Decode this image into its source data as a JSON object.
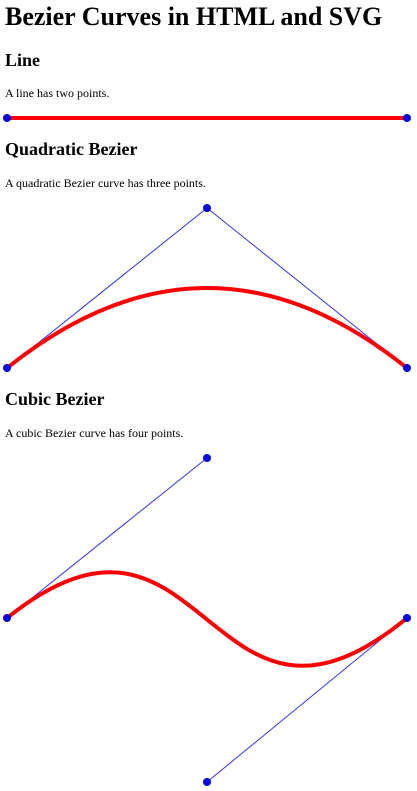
{
  "page": {
    "title": "Bezier Curves in HTML and SVG"
  },
  "colors": {
    "curve": "#ff0000",
    "control_line": "#3333ff",
    "point": "#0000dd"
  },
  "sections": {
    "line": {
      "heading": "Line",
      "text": "A line has two points."
    },
    "quadratic": {
      "heading": "Quadratic Bezier",
      "text": "A quadratic Bezier curve has three points."
    },
    "cubic": {
      "heading": "Cubic Bezier",
      "text": "A cubic Bezier curve has four points."
    }
  }
}
